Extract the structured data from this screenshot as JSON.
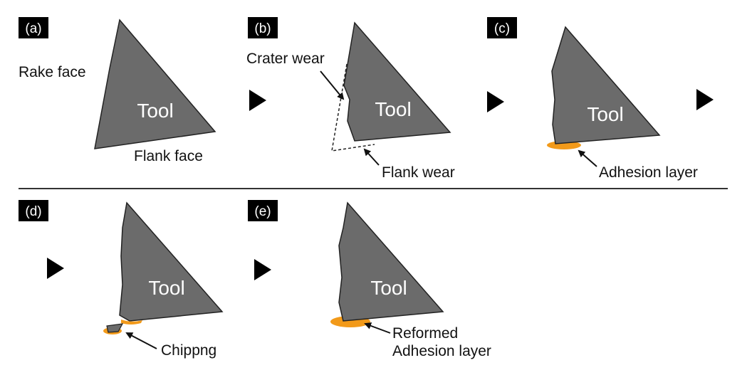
{
  "colors": {
    "tool_fill": "#6b6b6b",
    "tool_stroke": "#222222",
    "adhesion": "#f29a1a",
    "label_bg": "#000000",
    "text": "#111111"
  },
  "panels": [
    {
      "label": "(a)",
      "tool_text": "Tool",
      "annotations": [
        "Rake face",
        "Flank face"
      ]
    },
    {
      "label": "(b)",
      "tool_text": "Tool",
      "annotations": [
        "Crater wear",
        "Flank wear"
      ]
    },
    {
      "label": "(c)",
      "tool_text": "Tool",
      "annotations": [
        "Adhesion layer"
      ]
    },
    {
      "label": "(d)",
      "tool_text": "Tool",
      "annotations": [
        "Chippng"
      ]
    },
    {
      "label": "(e)",
      "tool_text": "Tool",
      "annotations": [
        "Reformed",
        "Adhesion layer"
      ]
    }
  ],
  "icons": [
    "play-arrow-icon",
    "leader-arrow-icon"
  ]
}
